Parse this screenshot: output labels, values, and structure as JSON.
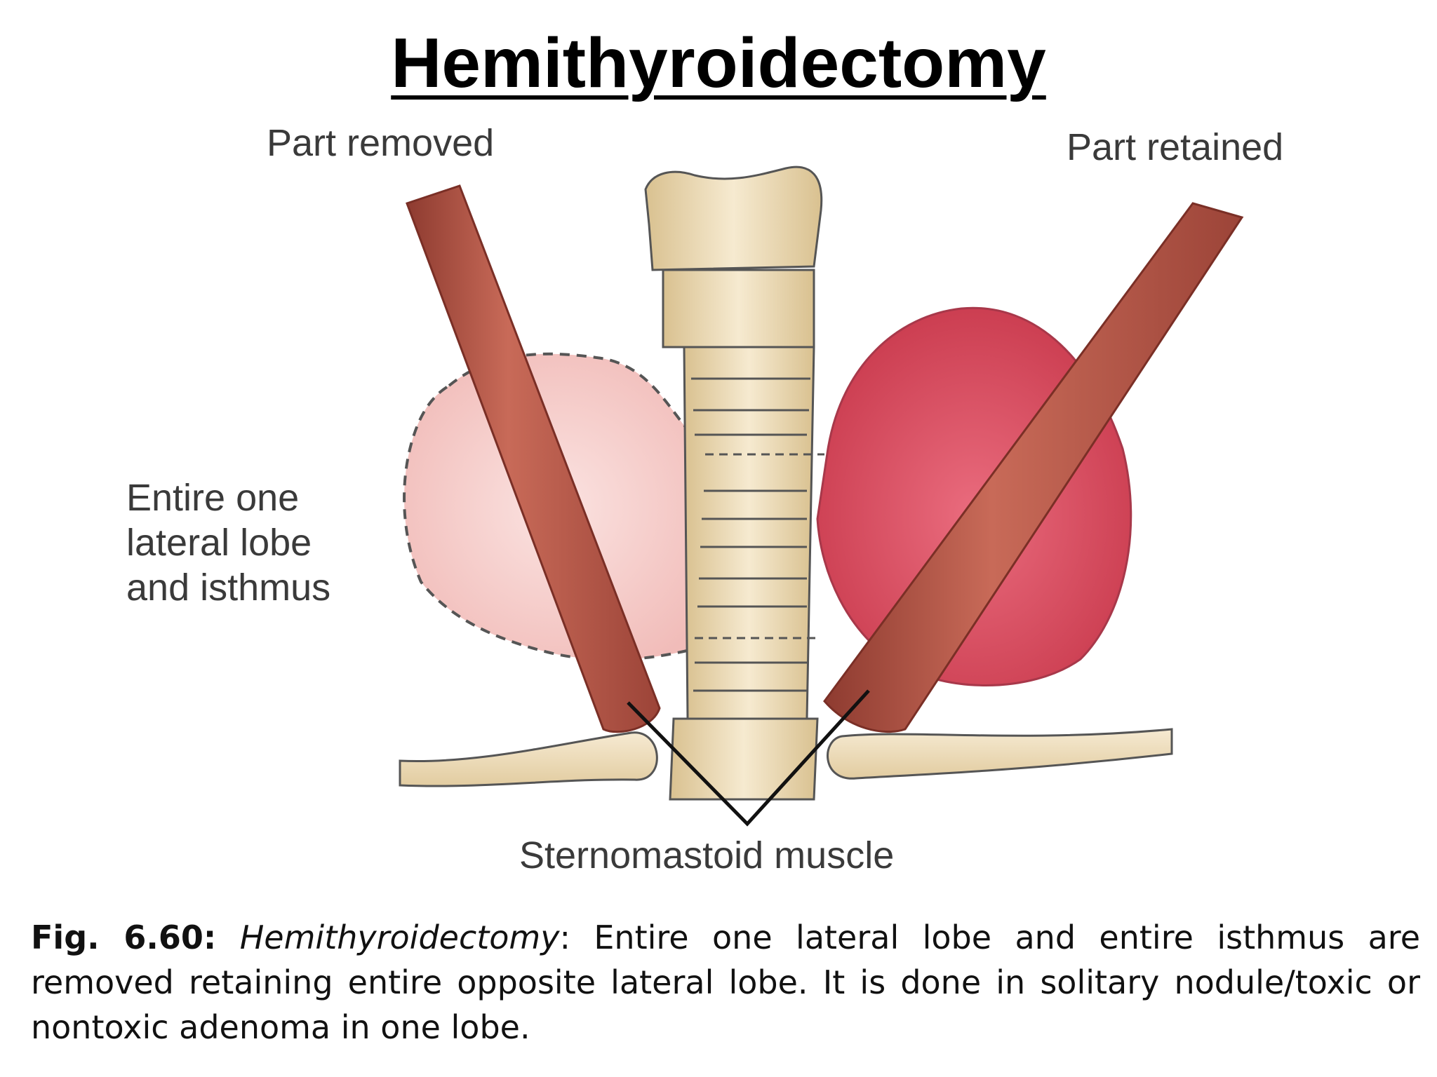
{
  "title": "Hemithyroidectomy",
  "labels": {
    "part_removed": "Part removed",
    "part_retained": "Part retained",
    "lobe_line1": "Entire one",
    "lobe_line2": "lateral lobe",
    "lobe_line3": "and isthmus",
    "muscle": "Sternomastoid muscle"
  },
  "caption": {
    "fig": "Fig. 6.60:",
    "term": "Hemithyroidectomy",
    "text": ": Entire one lateral lobe and entire isthmus are removed retaining entire opposite lateral lobe. It is done in solitary nodule/toxic or nontoxic adenoma in one lobe."
  },
  "colors": {
    "removed_lobe": "#f4c9c6",
    "retained_lobe": "#d9495b",
    "cartilage": "#eedcb5",
    "muscle": "#b8554a",
    "bone": "#efdcb8"
  }
}
